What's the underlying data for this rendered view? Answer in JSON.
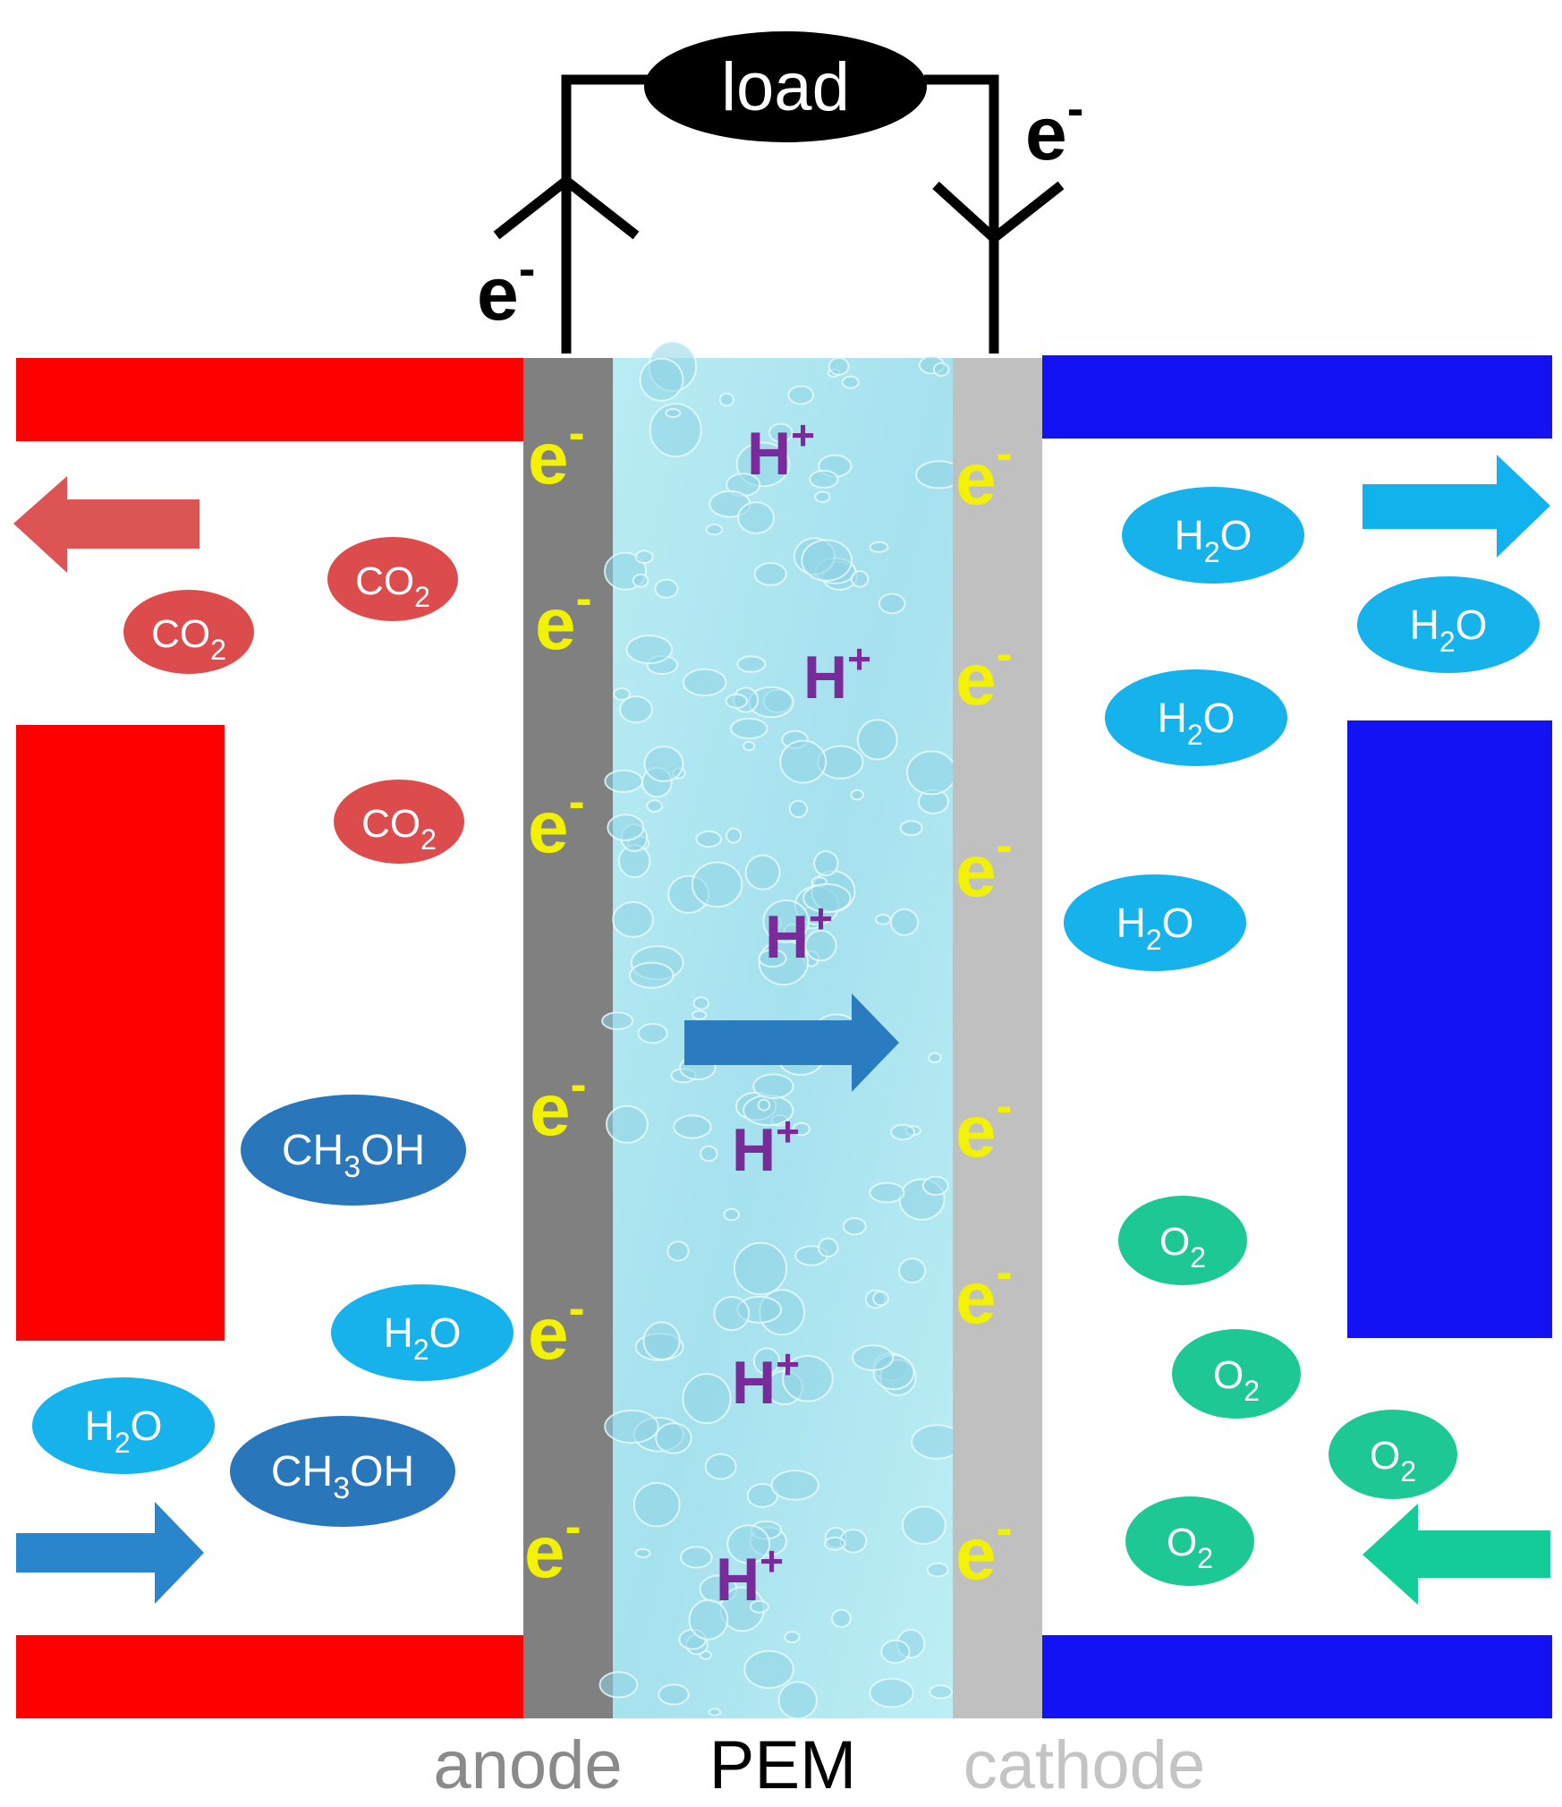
{
  "circuit": {
    "load_label": "load",
    "electron_symbol": "e",
    "electron_charge": "-"
  },
  "membrane": {
    "anode_label": "anode",
    "pem_label": "PEM",
    "cathode_label": "cathode",
    "electron_symbol": "e",
    "electron_charge": "-",
    "proton_symbol": "H",
    "proton_charge": "+"
  },
  "molecules": {
    "co2": {
      "base": "CO",
      "sub": "2"
    },
    "h2o": {
      "base": "H",
      "sub": "2",
      "tail": "O"
    },
    "ch3oh": {
      "base": "CH",
      "sub": "3",
      "tail": "OH"
    },
    "o2": {
      "base": "O",
      "sub": "2"
    }
  },
  "colors": {
    "anode_plate": "#ff0000",
    "cathode_plate": "#1212f5",
    "anode_electrode": "#808080",
    "cathode_electrode": "#c0c0c0",
    "pem_water": "#aee6f0",
    "electron": "#f2f200",
    "proton": "#7a2b9a",
    "co2_fill": "#dc4c4c",
    "h2o_fill": "#15b2ec",
    "ch3oh_fill": "#2a76bb",
    "o2_fill": "#1ec894",
    "co2_out_arrow": "#dc5454",
    "h2o_out_arrow": "#12b2ee",
    "fuel_in_arrow": "#2a86cc",
    "proton_arrow": "#2a7bc0",
    "o2_in_arrow": "#14cc98",
    "anode_label": "#8a8a8a",
    "pem_label": "#000000",
    "cathode_label": "#c4c4c4"
  }
}
